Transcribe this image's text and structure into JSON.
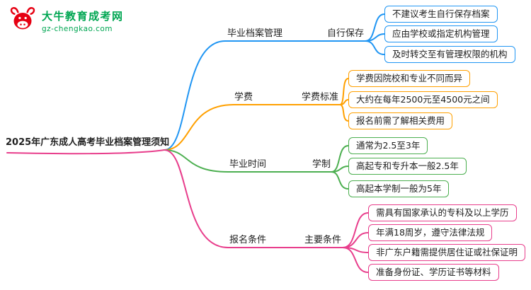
{
  "logo": {
    "brand": "大牛教育成考网",
    "domain": "gz-chengkao.com",
    "brand_color": "#00a652",
    "icon_color": "#e60012"
  },
  "root": {
    "label": "2025年广东成人高考毕业档案管理须知"
  },
  "branches": [
    {
      "label": "毕业档案管理",
      "sub_label": "自行保存",
      "color": "#2196f3",
      "leaves": [
        "不建议考生自行保存档案",
        "应由学校或指定机构管理",
        "及时转交至有管理权限的机构"
      ]
    },
    {
      "label": "学费",
      "sub_label": "学费标准",
      "color": "#ffa000",
      "leaves": [
        "学费因院校和专业不同而异",
        "大约在每年2500元至4500元之间",
        "报名前需了解相关费用"
      ]
    },
    {
      "label": "毕业时间",
      "sub_label": "学制",
      "color": "#4caf50",
      "leaves": [
        "通常为2.5至3年",
        "高起专和专升本一般2.5年",
        "高起本学制一般为5年"
      ]
    },
    {
      "label": "报名条件",
      "sub_label": "主要条件",
      "color": "#e83e8c",
      "leaves": [
        "需具有国家承认的专科及以上学历",
        "年满18周岁，遵守法律法规",
        "非广东户籍需提供居住证或社保证明",
        "准备身份证、学历证书等材料"
      ]
    }
  ]
}
